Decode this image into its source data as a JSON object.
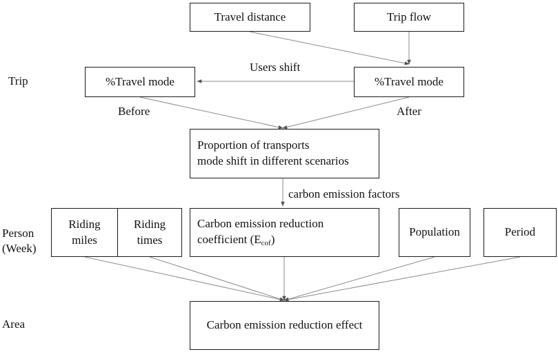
{
  "levels": {
    "trip": "Trip",
    "person_line1": "Person",
    "person_line2": "(Week)",
    "area": "Area"
  },
  "boxes": {
    "travel_distance": "Travel distance",
    "trip_flow": "Trip flow",
    "travel_mode_before": "%Travel mode",
    "travel_mode_after": "%Travel mode",
    "proportion_line1": "Proportion of transports",
    "proportion_line2": "mode shift in different scenarios",
    "riding_miles_line1": "Riding",
    "riding_miles_line2": "miles",
    "riding_times_line1": "Riding",
    "riding_times_line2": "times",
    "coefficient_line1": "Carbon emission reduction",
    "coefficient_line2_prefix": "coefficient (E",
    "coefficient_sub": "cof",
    "coefficient_line2_suffix": ")",
    "population": "Population",
    "period": "Period",
    "effect": "Carbon emission reduction effect"
  },
  "edge_labels": {
    "users_shift": "Users shift",
    "before": "Before",
    "after": "After",
    "carbon_emission_factors": "carbon emission factors"
  },
  "colors": {
    "box_border": "#1a1a1a",
    "line": "#8a8a8a",
    "text": "#111111"
  }
}
